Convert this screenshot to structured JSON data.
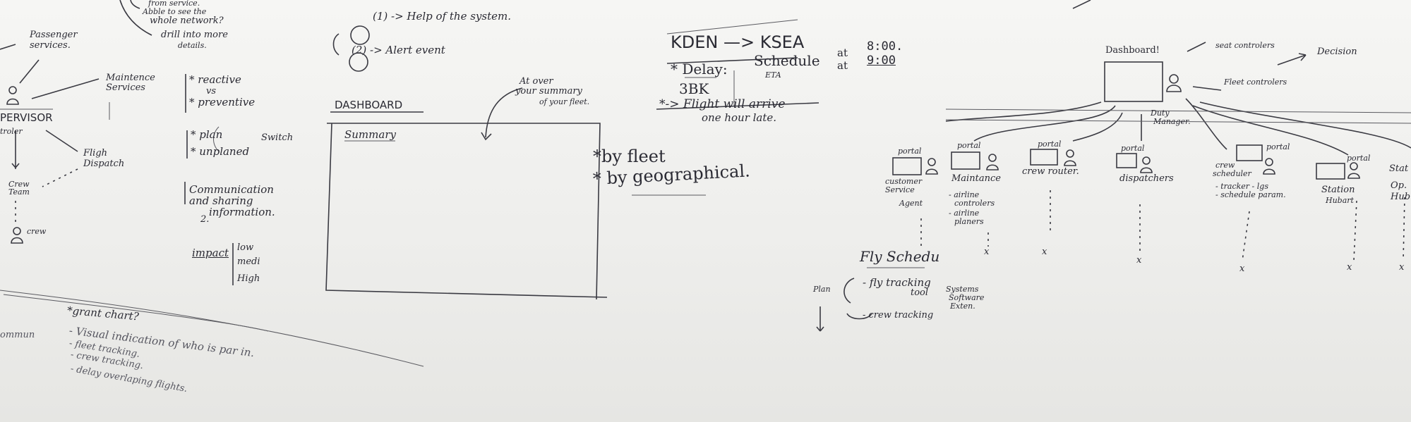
{
  "left": {
    "top_note_1": "from service.",
    "top_note_2": "Abble to see the",
    "top_note_3": "whole network?",
    "top_note_4": "drill into more",
    "top_note_5": "details.",
    "passenger_services": "Passenger services.",
    "maintence_services": "Maintence Services",
    "supervisor": "PERVISOR",
    "controller": "troler",
    "flight_dispatch_1": "Fligh",
    "flight_dispatch_2": "Dispatch",
    "crew_team_1": "Crew",
    "crew_team_2": "Team",
    "crew": "crew"
  },
  "middle_list": {
    "reactive": "* reactive",
    "vs": "vs",
    "preventive": "* preventive",
    "plan": "* plan",
    "unplaned": "* unplaned",
    "switch": "Switch",
    "comm_1": "Communication",
    "comm_2": "and sharing",
    "comm_3": "information.",
    "comm_4": "2.",
    "impact": "impact",
    "low": "low",
    "medi": "medi",
    "high": "High"
  },
  "bottom_left": {
    "commun": "ommun",
    "gant": "*grant chart?",
    "visual": "- Visual indication of who is par in.",
    "fleet_tracking": "- fleet tracking.",
    "crew_tracking": "- crew tracking.",
    "delay": "- delay overlaping flights."
  },
  "dashboard_sketch": {
    "note_1": "(1) -> Help of the system.",
    "note_2": "(2) -> Alert event",
    "title": "DASHBOARD",
    "summary_note_1": "At over",
    "summary_note_2": "your summary",
    "summary_note_3": "of your fleet.",
    "summary": "Summary",
    "by_fleet": "*by fleet",
    "by_geo": "* by geographical."
  },
  "flight_note": {
    "route": "KDEN —> KSEA",
    "delay": "* Delay:",
    "schedule": "Schedule",
    "eta": "ETA",
    "at1": "at",
    "at2": "at",
    "time1": "8:00.",
    "time2": "9:00",
    "code": "3BK",
    "flight_1": "*-> Flight will arrive",
    "flight_2": "one hour late."
  },
  "right": {
    "dashboard": "Dashboard!",
    "seat_control": "seat controlers",
    "fleet_control": "Fleet controlers",
    "decision": "Decision",
    "duty_manager_1": "Duty",
    "duty_manager_2": "Manager.",
    "portal": "portal",
    "customer_service": "customer Service",
    "agent": "Agent",
    "maintance": "Maintance",
    "maint_1": "- airline",
    "maint_2": "controlers",
    "maint_3": "- airline",
    "maint_4": "planers",
    "crew_router": "crew router.",
    "dispatchers": "dispatchers",
    "crew_scheduler_1": "crew",
    "crew_scheduler_2": "scheduler",
    "crew_sub_1": "- tracker - lgs",
    "crew_sub_2": "- schedule param.",
    "station_1": "Station",
    "station_2": "Hubart",
    "ops_1": "Stat",
    "ops_2": "Op.",
    "ops_3": "Hub",
    "fly_schedule": "Fly Schedu",
    "fly_tracking_1": "- fly tracking",
    "fly_tracking_2": "tool",
    "crew_track": "- crew tracking",
    "plan": "Plan",
    "systems_1": "Systems",
    "systems_2": "Software",
    "systems_3": "Exten.",
    "x": "x"
  }
}
